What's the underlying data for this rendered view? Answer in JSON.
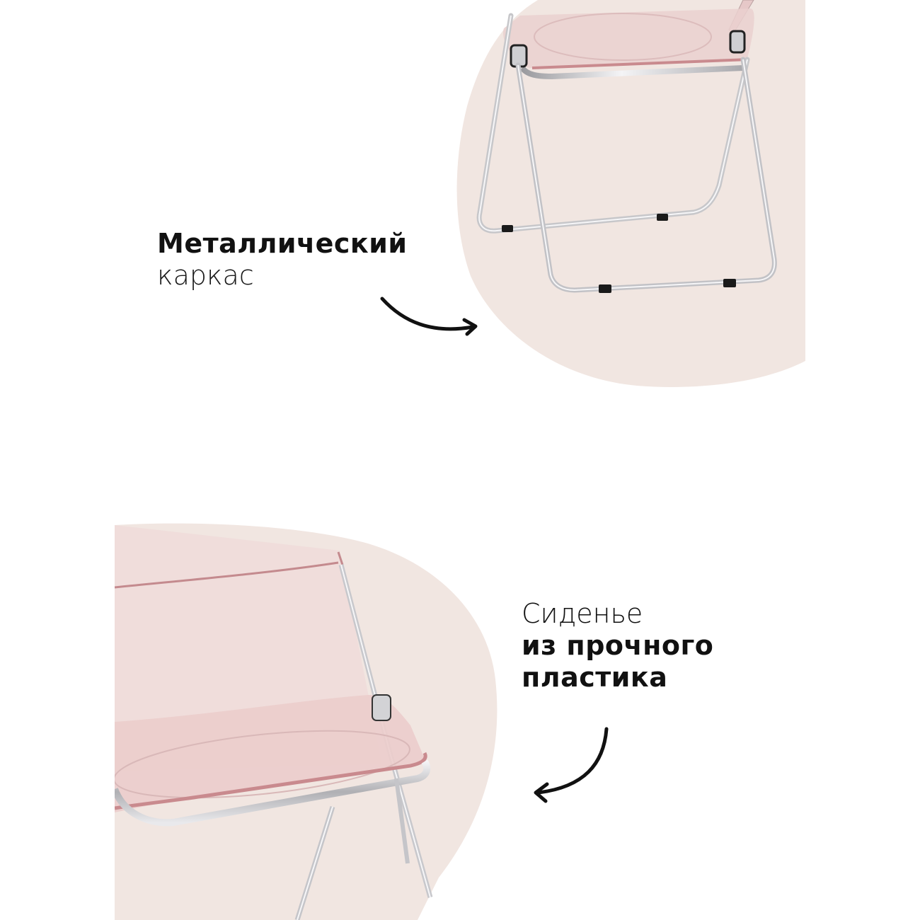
{
  "colors": {
    "background": "#ffffff",
    "blob": "#f1e6e1",
    "seat_pink": "#e8c4c4",
    "seat_edge": "#c98a8e",
    "chrome": "#d6d6d8",
    "chrome_dark": "#8c8c90",
    "foot": "#1a1a1a",
    "text": "#111111"
  },
  "features": [
    {
      "id": "frame",
      "title_bold": "Металлический",
      "title_light": "каркас",
      "image": "folding-chair-chrome-frame",
      "arrow": "arrow-right-curved"
    },
    {
      "id": "seat",
      "title_light": "Сиденье",
      "title_bold_line1": "из прочного",
      "title_bold_line2": "пластика",
      "image": "chair-seat-pink-transparent-plastic",
      "arrow": "arrow-left-curved"
    }
  ]
}
